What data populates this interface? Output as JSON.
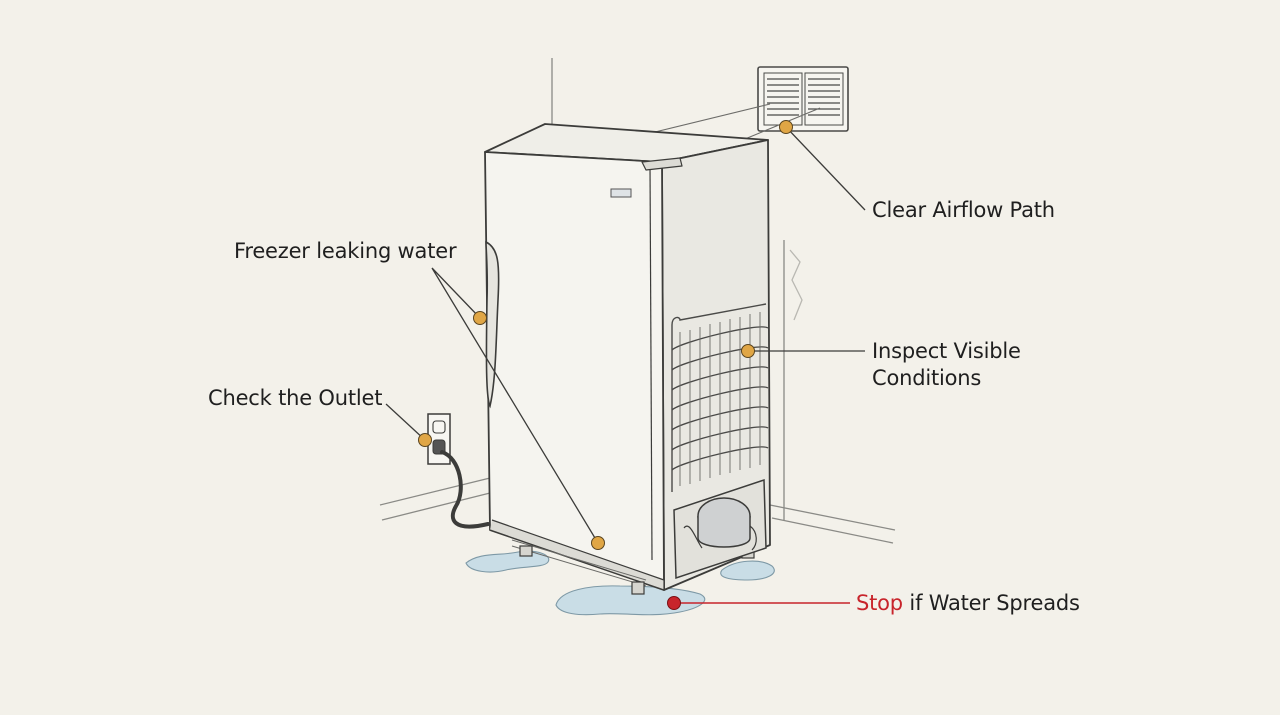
{
  "labels": {
    "leak": "Freezer leaking water",
    "outlet": "Check the Outlet",
    "airflow": "Clear Airflow Path",
    "inspect_line1": "Inspect Visible",
    "inspect_line2": "Conditions",
    "stop_word": "Stop",
    "stop_rest": " if Water Spreads"
  },
  "colors": {
    "marker": "#e0a645",
    "alert": "#c8242b",
    "ink": "#2a2a2a",
    "background": "#f3f1ea"
  },
  "icons": {
    "vent": "wall-vent-icon",
    "outlet": "power-outlet-icon",
    "compressor": "compressor-icon"
  }
}
